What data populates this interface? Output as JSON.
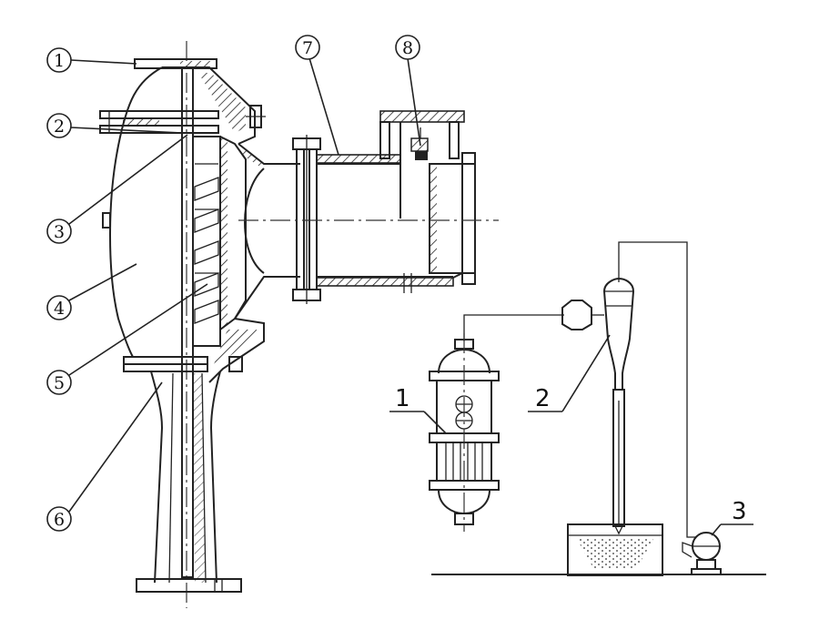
{
  "pump_callouts": [
    "1",
    "2",
    "3",
    "4",
    "5",
    "6",
    "7",
    "8"
  ],
  "system_callouts": [
    "1",
    "2",
    "3"
  ],
  "colors": {
    "line": "#222222",
    "background": "#ffffff",
    "hatch": "#222222"
  }
}
